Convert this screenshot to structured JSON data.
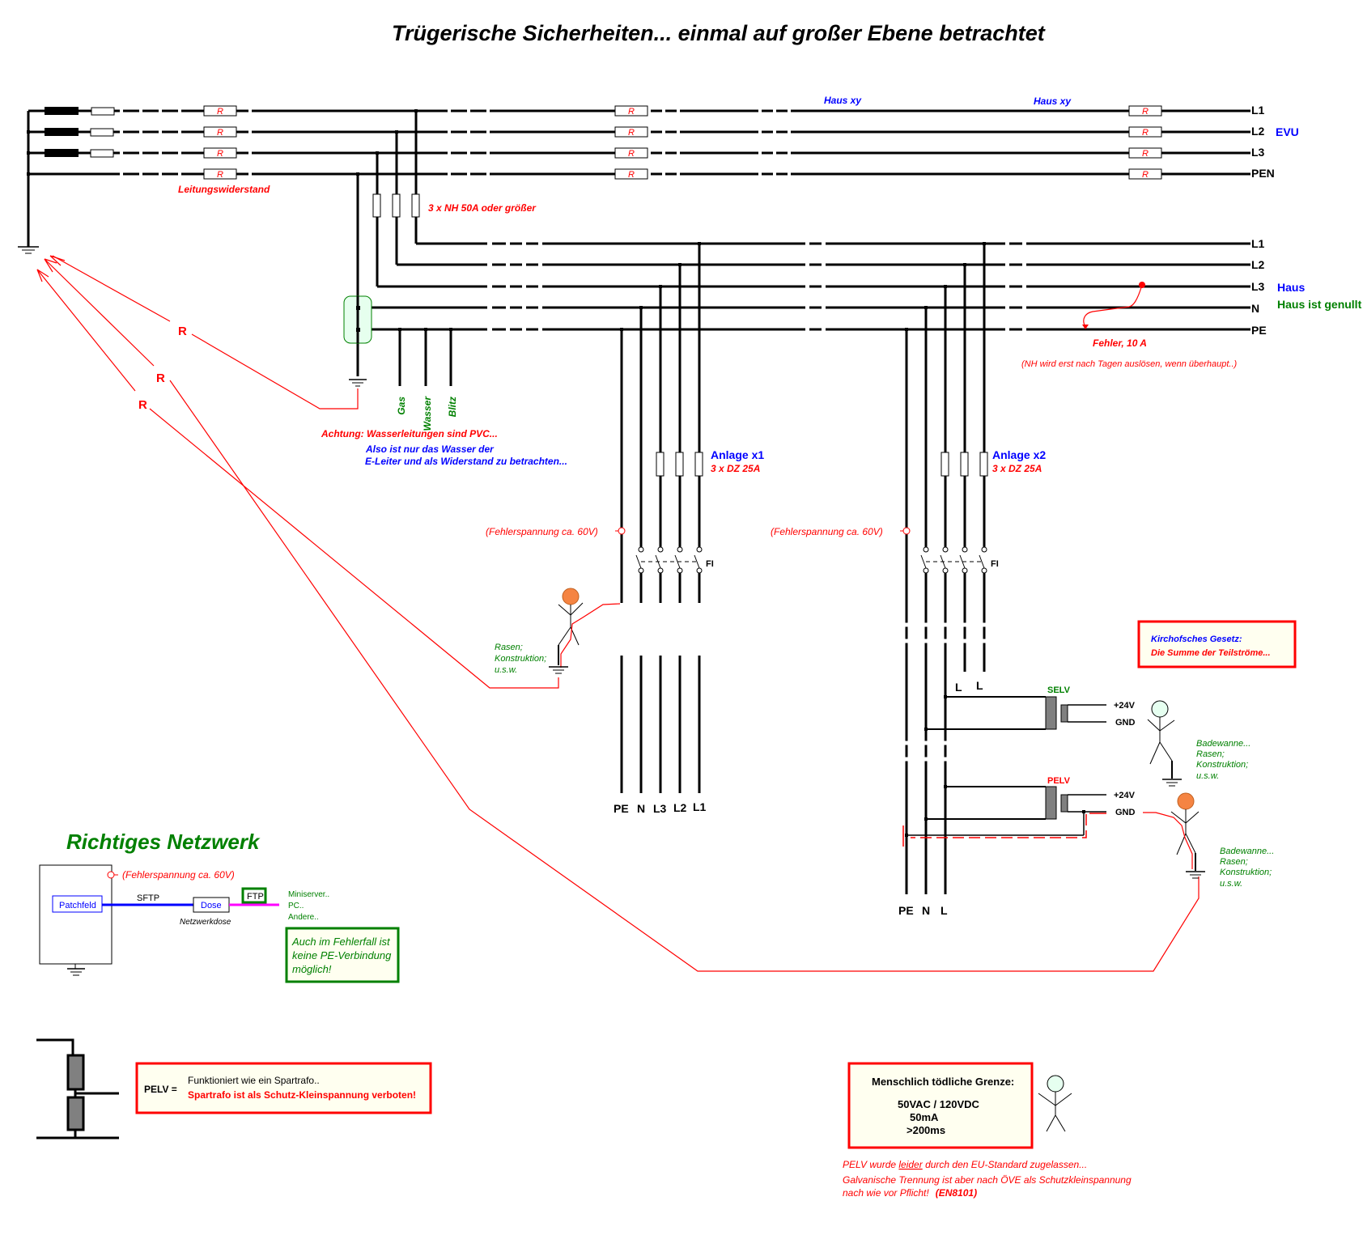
{
  "title": "Trügerische Sicherheiten... einmal auf großer Ebene betrachtet",
  "colors": {
    "accent_red": "#ff0000",
    "accent_blue": "#0000ff",
    "accent_green": "#008000",
    "note_bg": "#fffff0",
    "person_hurt": "#f58442",
    "person_safe": "#e6fff0",
    "bonding_fill": "#e6ffee"
  },
  "supply": {
    "resistor_label": "R",
    "line_resistance_label": "Leitungswiderstand",
    "house_xy_label_1": "Haus xy",
    "house_xy_label_2": "Haus xy",
    "conductors": [
      "L1",
      "L2",
      "L3",
      "PEN"
    ],
    "supplier_label": "EVU",
    "main_fuse_label": "3 x NH 50A oder größer"
  },
  "house": {
    "conductors": [
      "L1",
      "L2",
      "L3",
      "N",
      "PE"
    ],
    "label": "Haus",
    "zeroed_label": "Haus ist genullt",
    "fault_label": "Fehler, 10 A",
    "fault_note": "(NH wird erst nach Tagen auslösen, wenn überhaupt..)"
  },
  "bonding": {
    "connections": [
      "Gas",
      "Wasser",
      "Blitz"
    ],
    "warning": "Achtung: Wasserleitungen sind PVC...",
    "note_line1": "Also ist nur das Wasser der",
    "note_line2": "E-Leiter und als Widerstand zu betrachten..."
  },
  "earth_resistances": [
    "R",
    "R",
    "R"
  ],
  "installation1": {
    "name": "Anlage x1",
    "fuses": "3 x DZ 25A",
    "fault_voltage": "(Fehlerspannung ca. 60V)",
    "rcd_label": "FI",
    "ground_note": [
      "Rasen;",
      "Konstruktion;",
      "u.s.w."
    ],
    "terminals": [
      "PE",
      "N",
      "L3",
      "L2",
      "L1"
    ]
  },
  "installation2": {
    "name": "Anlage x2",
    "fuses": "3 x DZ 25A",
    "fault_voltage": "(Fehlerspannung ca. 60V)",
    "rcd_label": "FI",
    "phase_labels": [
      "L",
      "L"
    ],
    "terminals": [
      "PE",
      "N",
      "L"
    ],
    "selv": {
      "label": "SELV",
      "plus": "+24V",
      "gnd": "GND",
      "ground_note": [
        "Badewanne...",
        "Rasen;",
        "Konstruktion;",
        "u.s.w."
      ]
    },
    "pelv": {
      "label": "PELV",
      "plus": "+24V",
      "gnd": "GND",
      "ground_note": [
        "Badewanne...",
        "Rasen;",
        "Konstruktion;",
        "u.s.w."
      ]
    }
  },
  "kirchhoff": {
    "line1": "Kirchofsches Gesetz:",
    "line2": "Die Summe der Teilströme..."
  },
  "network": {
    "title": "Richtiges Netzwerk",
    "fault_voltage": "(Fehlerspannung ca. 60V)",
    "patch_panel": "Patchfeld",
    "cable1": "SFTP",
    "socket": "Dose",
    "socket_caption": "Netzwerkdose",
    "cable2": "FTP",
    "devices": [
      "Miniserver..",
      "PC..",
      "Andere.."
    ],
    "note": [
      "Auch im Fehlerfall ist",
      "keine PE-Verbindung",
      "möglich!"
    ]
  },
  "pelv_note": {
    "prefix": "PELV =",
    "line1": "Funktioniert wie ein Spartrafo..",
    "line2": "Spartrafo ist als Schutz-Kleinspannung verboten!"
  },
  "lethal": {
    "title": "Menschlich tödliche Grenze:",
    "voltage": "50VAC / 120VDC",
    "current": "50mA",
    "time": ">200ms"
  },
  "footer": {
    "line1_pre": "PELV wurde ",
    "line1_emph": "leider",
    "line1_post": " durch den EU-Standard zugelassen...",
    "line2": "Galvanische Trennung ist aber nach ÖVE als Schutzkleinspannung",
    "line3_pre": "nach wie vor Pflicht!",
    "line3_ref": "(EN8101)"
  }
}
